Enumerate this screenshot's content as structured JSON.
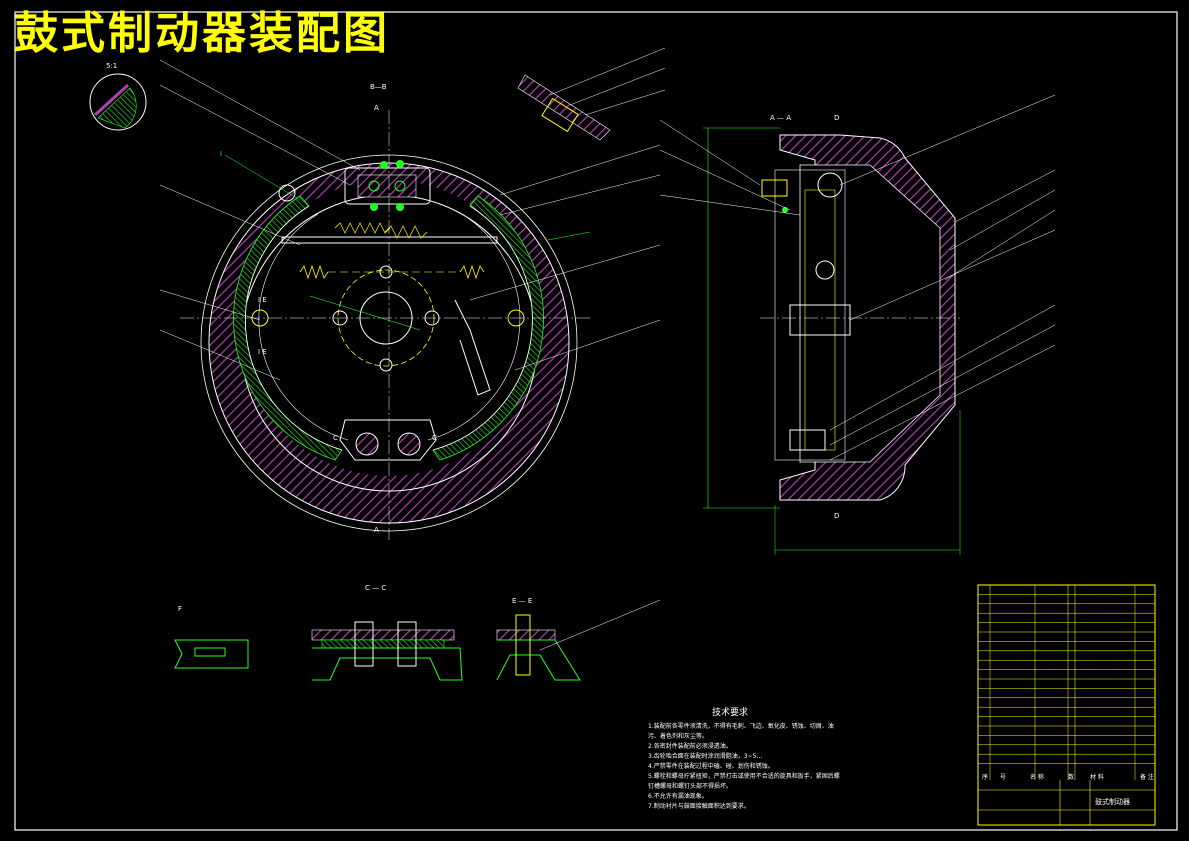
{
  "drawing": {
    "title": "鼓式制动器装配图",
    "section_labels": {
      "bb": "B—B",
      "aa_top": "A",
      "aa_bottom": "A",
      "aa_side": "A — A",
      "cc": "C — C",
      "ee": "E — E",
      "d_top": "D",
      "d_bottom": "D",
      "scale": "5:1",
      "view": "Ⅰ",
      "ie_1": "I E",
      "ie_2": "I E",
      "c1": "C",
      "c2": "C",
      "f_view": "F"
    },
    "tech_requirements": {
      "heading": "技术要求",
      "items": [
        "1.装配前各零件须清洗，不得有毛刺、飞边、氧化皮、锈蚀、切屑、油",
        "  污、着色剂和灰尘等。",
        "2.各密封件装配前必须浸透油。",
        "3.齿轮啮合面在装配时涂润滑脂油，3~5…",
        "4.严禁零件在装配过程中磕、碰、划伤和锈蚀。",
        "5.螺栓和螺母拧紧扭矩，严禁打击或使用不合适的旋具和扳手，紧固后螺",
        "  钉槽螺母和螺钉头部不得损坏。",
        "6.不允许有漏油现象。",
        "7.制动衬片与鼓面接触面积达到要求。"
      ]
    },
    "title_block": {
      "drawing_name": "鼓式制动器",
      "headers": [
        "序",
        "号",
        "名 称",
        "数",
        "材 料",
        "备 注"
      ]
    }
  }
}
